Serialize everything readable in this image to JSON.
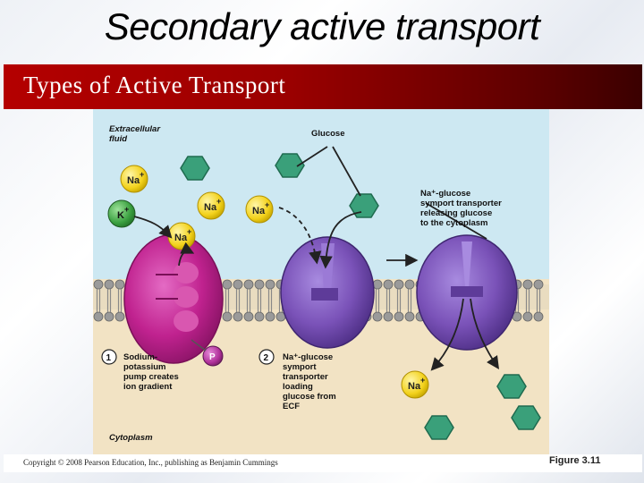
{
  "slide": {
    "title": "Secondary active transport"
  },
  "banner": {
    "title": "Types of Active Transport"
  },
  "figure": {
    "extracellular_label_1": "Extracellular",
    "extracellular_label_2": "fluid",
    "glucose_label": "Glucose",
    "cytoplasm_label": "Cytoplasm",
    "ion_na": "Na",
    "ion_k": "K",
    "charge_plus": "+",
    "phosphate": "P",
    "step1_number": "1",
    "step1_lines": [
      "Sodium-",
      "potassium",
      "pump creates",
      "ion gradient"
    ],
    "step2_number": "2",
    "step2_lines": [
      "Na⁺-glucose",
      "symport",
      "transporter",
      "loading",
      "glucose from",
      "ECF"
    ],
    "step3_lines": [
      "Na⁺-glucose",
      "symport transporter",
      "releasing glucose",
      "to the cytoplasm"
    ],
    "colors": {
      "ecf": "#cde8f2",
      "cytoplasm": "#f2e3c4",
      "pump": "#c0228f",
      "symporter": "#7a52b8",
      "glucose": "#3aa07a",
      "sodium": "#f3d21c",
      "potassium": "#3aa040",
      "phosphate": "#b0309a"
    }
  },
  "footer": {
    "copyright": "Copyright © 2008 Pearson Education, Inc., publishing as Benjamin Cummings",
    "figure_number": "Figure 3.11"
  }
}
